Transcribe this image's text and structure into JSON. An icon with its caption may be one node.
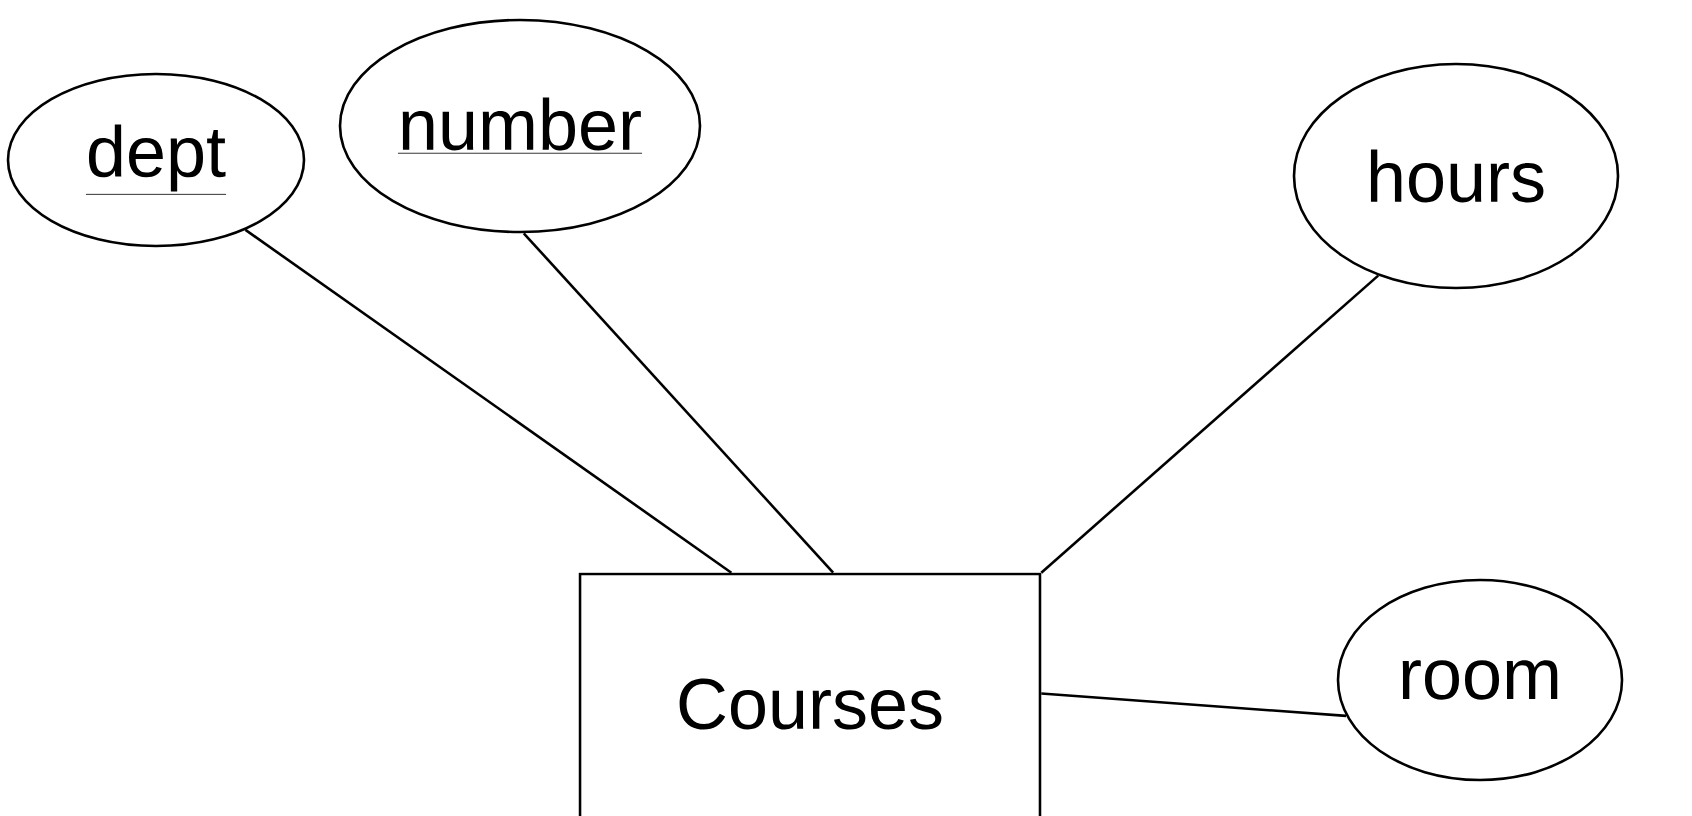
{
  "diagram": {
    "nodes": [
      {
        "text": [
          "dept"
        ]
      },
      {
        "text": [
          "number"
        ]
      },
      {
        "text": [
          "hours"
        ]
      },
      {
        "text": [
          "Courses"
        ]
      },
      {
        "text": [
          "room"
        ]
      }
    ],
    "edges": [
      {
        "from": 3,
        "to": 0,
        "arrow": "none"
      },
      {
        "from": 3,
        "to": 1,
        "arrow": "none"
      },
      {
        "from": 3,
        "to": 2,
        "arrow": "none"
      },
      {
        "from": 3,
        "to": 4,
        "arrow": "none"
      }
    ]
  }
}
